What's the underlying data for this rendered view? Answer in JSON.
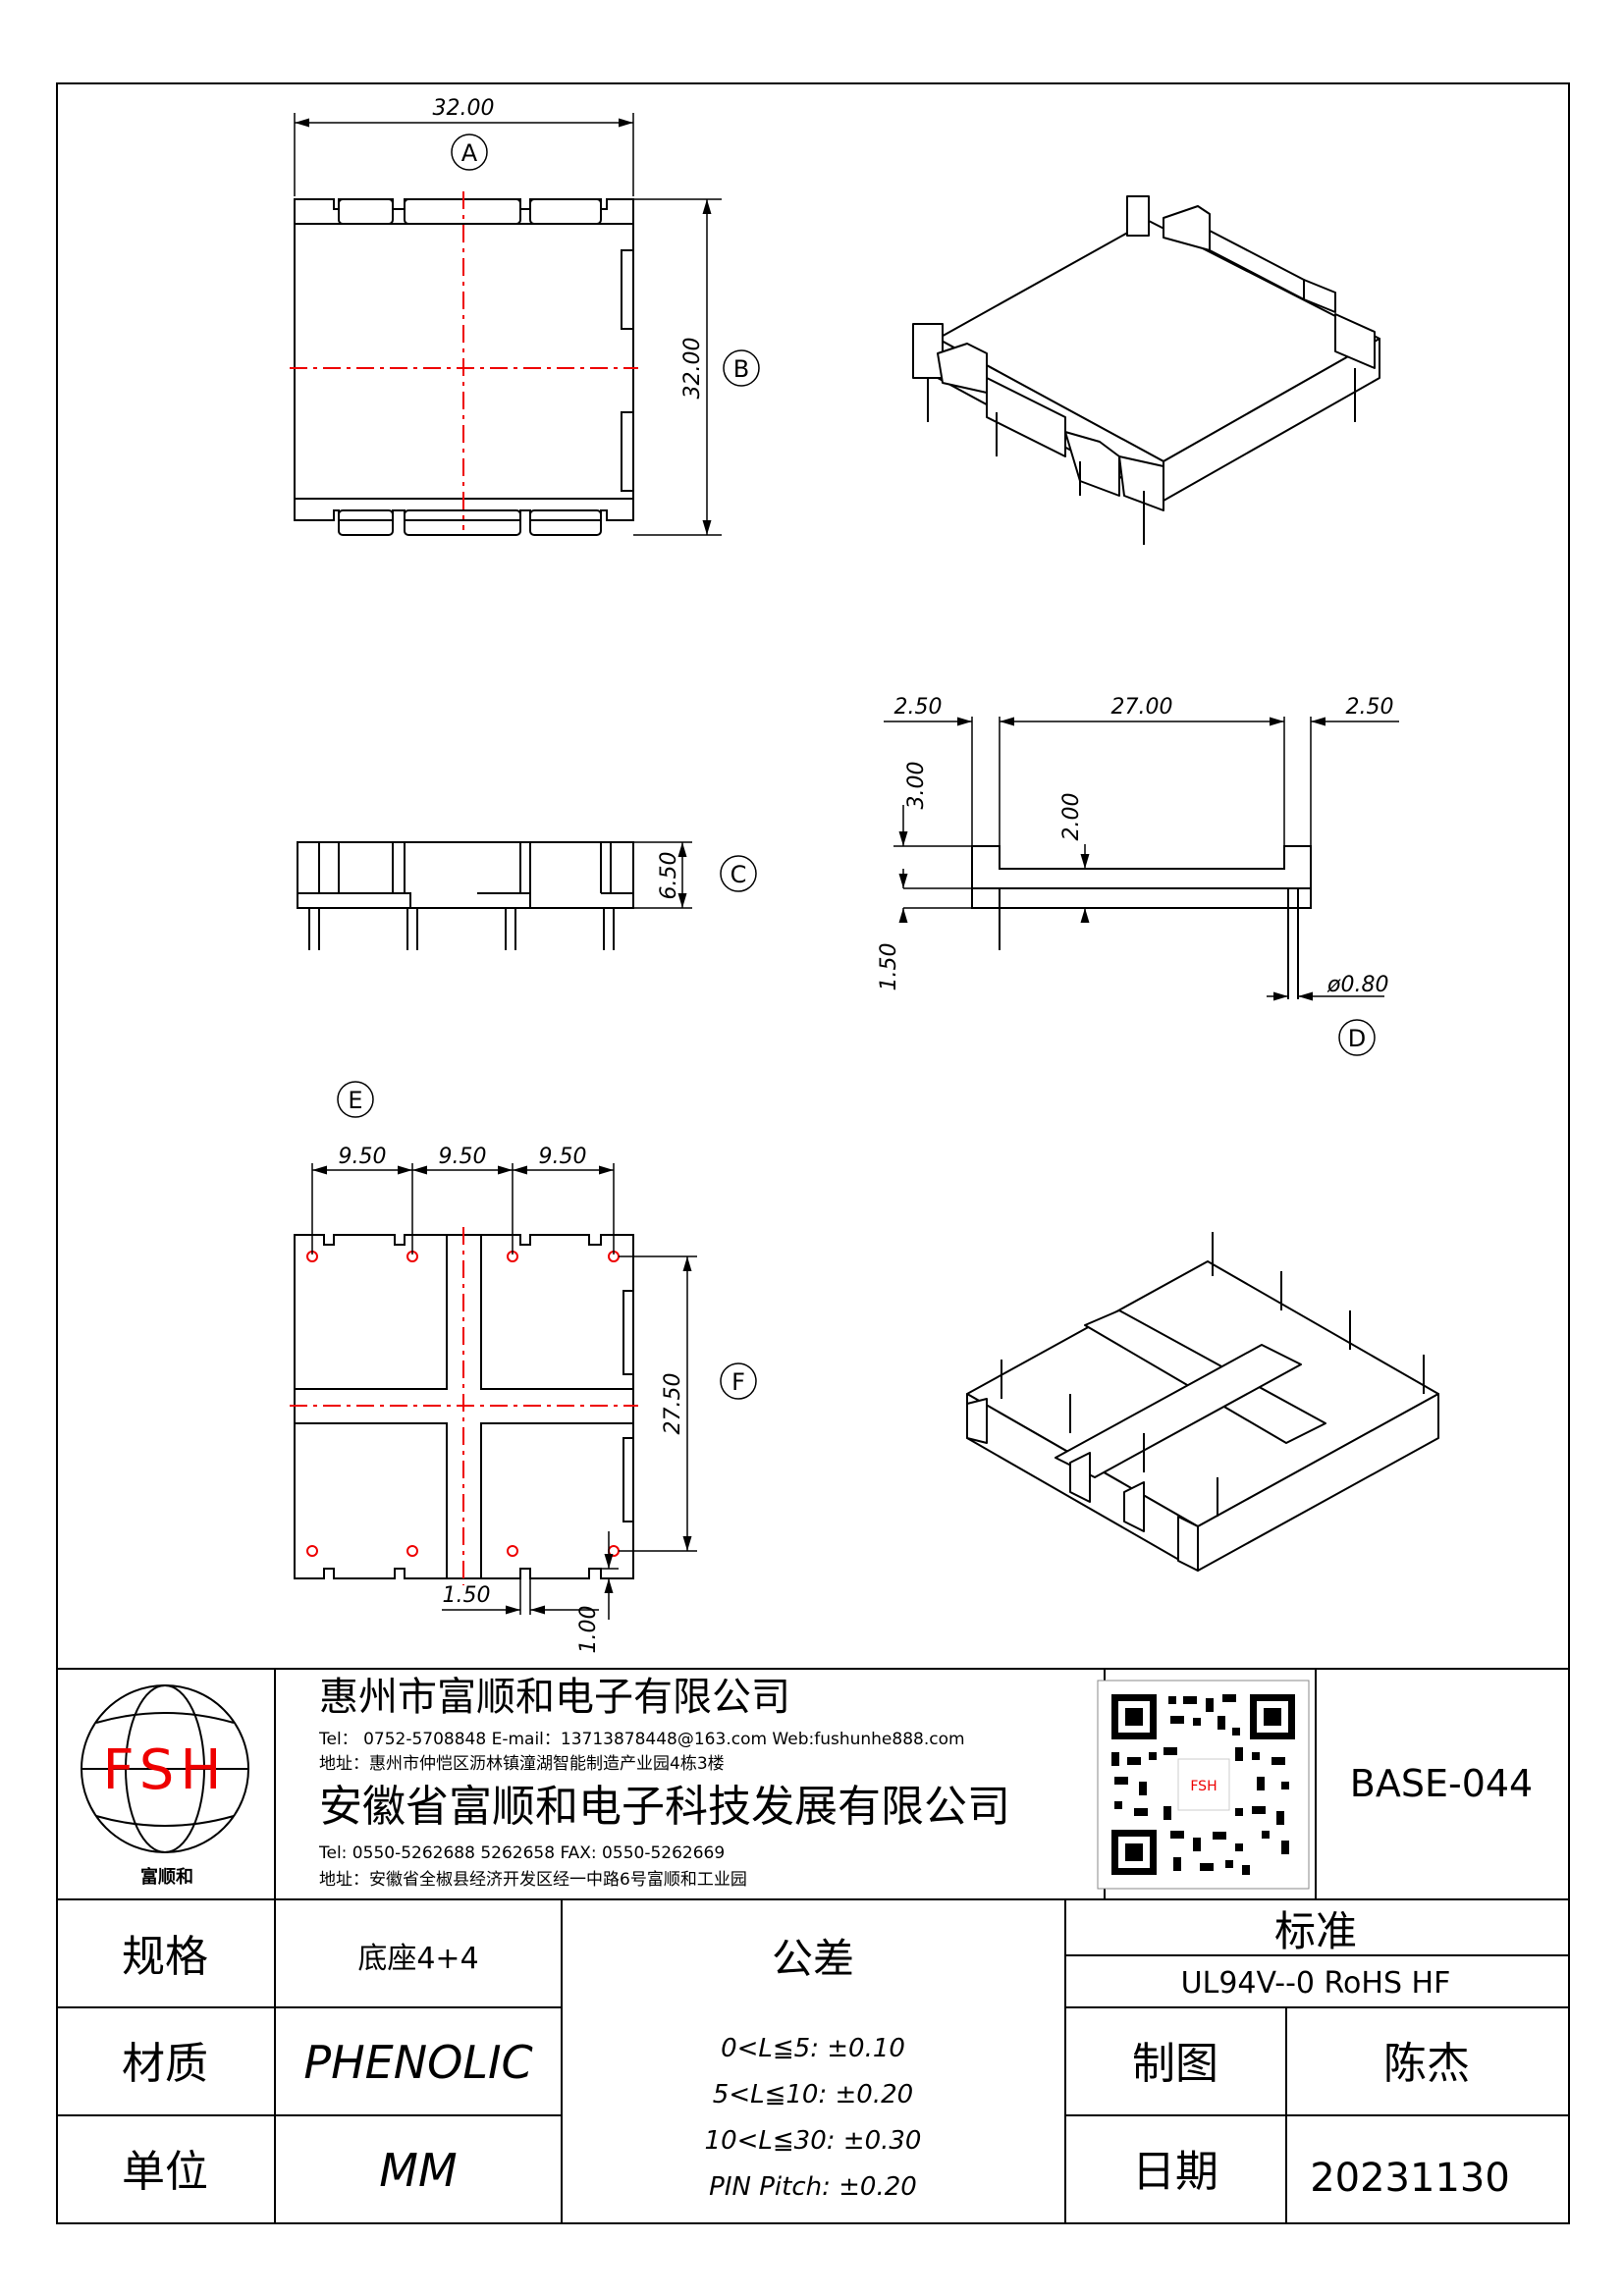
{
  "dimensions": {
    "a_width": "32.00",
    "b_height": "32.00",
    "c_height": "6.50",
    "d_left": "2.50",
    "d_span": "27.00",
    "d_right": "2.50",
    "d_wall": "3.00",
    "d_floor": "2.00",
    "d_pin_len": "1.50",
    "d_pin_dia": "ø0.80",
    "e_pitch1": "9.50",
    "e_pitch2": "9.50",
    "e_pitch3": "9.50",
    "f_height": "27.50",
    "f_slot_w": "1.50",
    "f_slot_d": "1.00"
  },
  "view_labels": {
    "a": "A",
    "b": "B",
    "c": "C",
    "d": "D",
    "e": "E",
    "f": "F"
  },
  "title_block": {
    "logo_letters": "FSH",
    "logo_caption": "富顺和",
    "company1": "惠州市富顺和电子有限公司",
    "company1_contact": "Tel： 0752-5708848  E-mail：13713878448@163.com  Web:fushunhe888.com",
    "company1_address": "地址：惠州市仲恺区沥林镇潼湖智能制造产业园4栋3楼",
    "company2": "安徽省富顺和电子科技发展有限公司",
    "company2_contact": "Tel:   0550-5262688  5262658      FAX:  0550-5262669",
    "company2_address": "地址：安徽省全椒县经济开发区经一中路6号富顺和工业园",
    "qr_badge": "FSH",
    "part_number": "BASE-044"
  },
  "spec_table": {
    "spec_label": "规格",
    "spec_value": "底座4+4",
    "material_label": "材质",
    "material_value": "PHENOLIC",
    "unit_label": "单位",
    "unit_value": "MM",
    "tolerance_label": "公差",
    "tolerance_lines": [
      "0<L≦5: ±0.10",
      "5<L≦10: ±0.20",
      "10<L≦30: ±0.30",
      "PIN Pitch: ±0.20"
    ],
    "standard_label": "标准",
    "standard_value": "UL94V--0  RoHS HF",
    "drawn_label": "制图",
    "drawn_value": "陈杰",
    "date_label": "日期",
    "date_value": "20231130"
  }
}
